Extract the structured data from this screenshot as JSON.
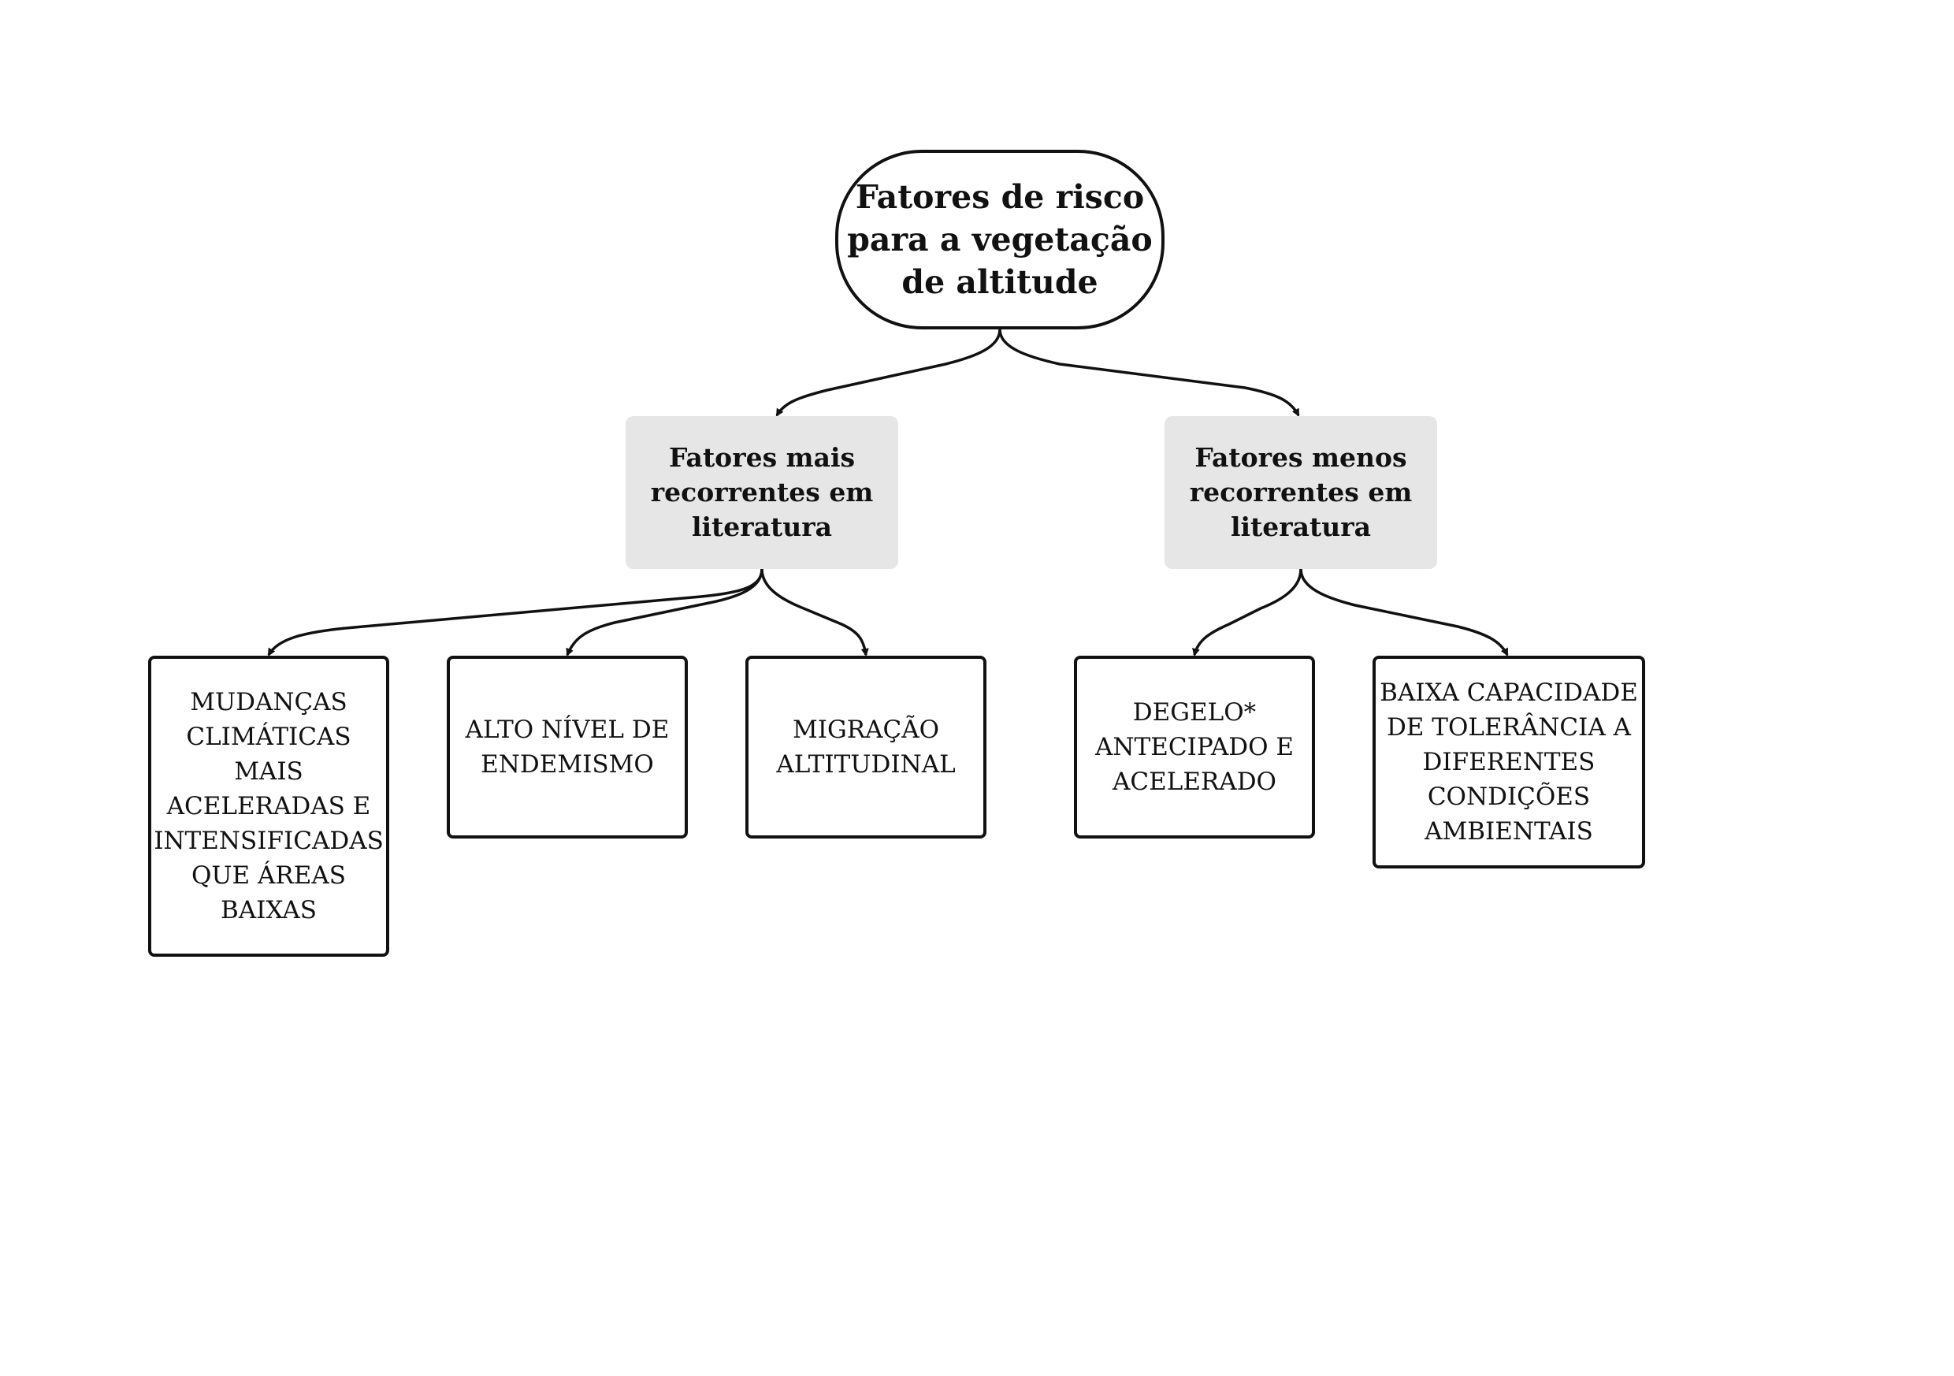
{
  "diagram": {
    "root": "Fatores de risco\npara a vegetação\nde altitude",
    "categories": [
      {
        "label": "Fatores mais\nrecorrentes em\nliteratura",
        "items": [
          "MUDANÇAS\nCLIMÁTICAS\nMAIS\nACELERADAS E\nINTENSIFICADAS\nQUE ÁREAS\nBAIXAS",
          "ALTO NÍVEL DE\nENDEMISMO",
          "MIGRAÇÃO\nALTITUDINAL"
        ]
      },
      {
        "label": "Fatores menos\nrecorrentes em\nliteratura",
        "items": [
          "DEGELO*\nANTECIPADO E\nACELERADO",
          "BAIXA CAPACIDADE\nDE TOLERÂNCIA A\nDIFERENTES\nCONDIÇÕES\nAMBIENTAIS"
        ]
      }
    ]
  },
  "colors": {
    "line": "#111111",
    "category_fill": "#e6e6e6",
    "box_fill": "#ffffff"
  }
}
